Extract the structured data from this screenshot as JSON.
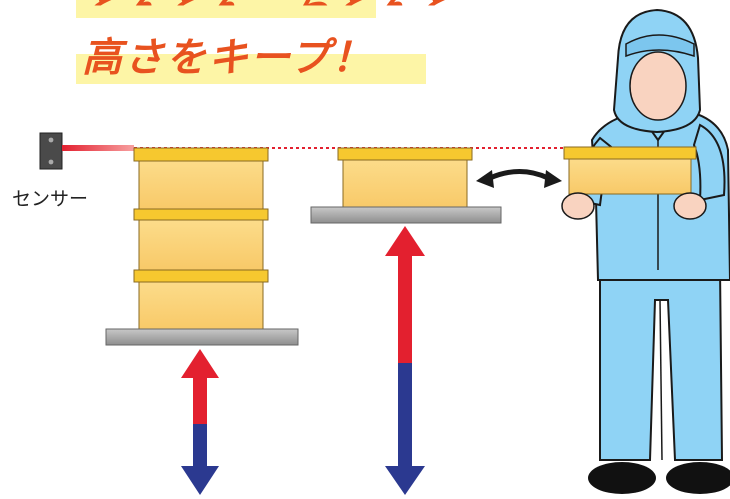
{
  "headline": {
    "line1": "どんどん、ちどんど、",
    "line2": "高さをキープ！"
  },
  "labels": {
    "sensor": "センサー"
  },
  "colors": {
    "headline_text": "#e8521f",
    "headline_highlight": "#fdf5a6",
    "box_fill": "#fbd67d",
    "box_lid": "#f6c82f",
    "platform": "#a6a6a6",
    "arrow_up": "#e3202f",
    "arrow_down": "#2b3990",
    "laser": "#e3202f",
    "worker_suit": "#8fd3f5",
    "worker_skin": "#f9d3c0"
  },
  "icons": [
    "sensor-icon",
    "laser-beam",
    "up-down-arrow-icon",
    "exchange-arrow-icon",
    "worker-figure"
  ]
}
